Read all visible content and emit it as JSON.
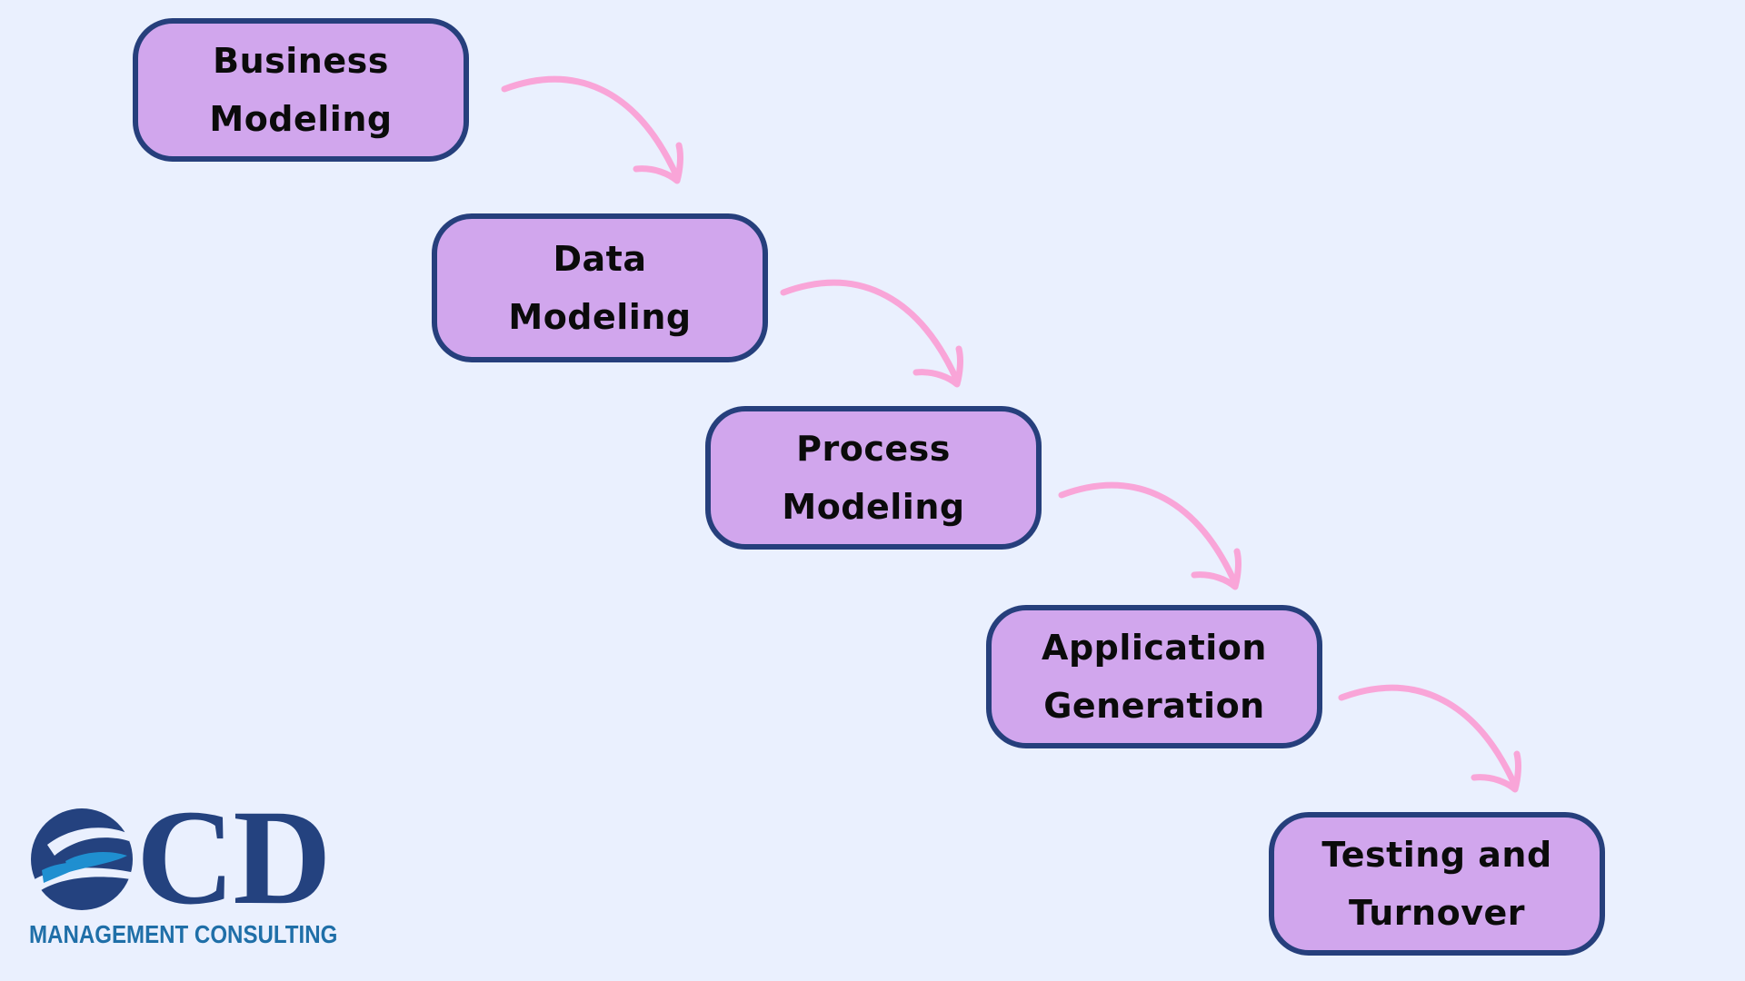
{
  "steps": [
    {
      "id": "business-modeling",
      "label": "Business\nModeling"
    },
    {
      "id": "data-modeling",
      "label": "Data\nModeling"
    },
    {
      "id": "process-modeling",
      "label": "Process\nModeling"
    },
    {
      "id": "application-generation",
      "label": "Application\nGeneration"
    },
    {
      "id": "testing-and-turnover",
      "label": "Testing and\nTurnover"
    }
  ],
  "logo": {
    "letters": "CD",
    "tagline": "MANAGEMENT CONSULTING"
  },
  "colors": {
    "background": "#eaf0fe",
    "box_fill": "#d1a6ed",
    "box_border": "#263f7c",
    "arrow": "#f9a5d8",
    "logo_navy": "#24427f",
    "logo_blue": "#1f6fa8"
  }
}
